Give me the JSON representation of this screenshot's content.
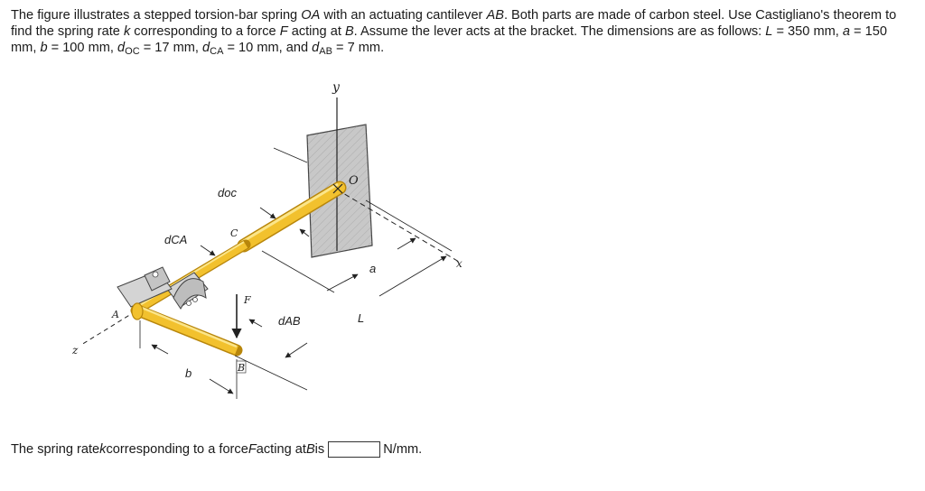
{
  "problem": {
    "p1": "The figure illustrates a stepped torsion-bar spring ",
    "OA": "OA",
    "p2": " with an actuating cantilever ",
    "AB": "AB",
    "p3": ". Both parts are made of carbon steel. Use Castigliano's theorem to find the spring rate ",
    "k": "k",
    "p4": " corresponding to a force ",
    "F": "F",
    "p5": " acting at ",
    "B": "B",
    "p6": ". Assume the lever acts at the bracket. The dimensions are as follows: ",
    "L_sym": "L",
    "L_val": " = 350 mm, ",
    "a_sym": "a",
    "a_val": " = 150 mm, ",
    "b_sym": "b",
    "b_val": " = 100 mm, ",
    "dOC_sym": "d",
    "dOC_sub": "OC",
    "dOC_val": " = 17 mm, ",
    "dCA_sym": "d",
    "dCA_sub": "CA",
    "dCA_val": " = 10 mm, and ",
    "dAB_sym": "d",
    "dAB_sub": "AB",
    "dAB_val": " = 7 mm."
  },
  "figure": {
    "y": "y",
    "x": "x",
    "z": "z",
    "O": "O",
    "C": "C",
    "A": "A",
    "B": "B",
    "F": "F",
    "a": "a",
    "L": "L",
    "b": "b",
    "doc": "doc",
    "dca": "dCA",
    "dab": "dAB"
  },
  "answer": {
    "prefix": "The spring rate ",
    "k": "k",
    "mid1": " corresponding to a force ",
    "F": "F",
    "mid2": " acting at ",
    "B": "B",
    "mid3": " is",
    "value": "",
    "unit": "N/mm."
  },
  "colors": {
    "bar_fill": "#f2c12e",
    "bar_edge": "#b8860b",
    "wall": "#c8c8c8",
    "line": "#222222"
  }
}
